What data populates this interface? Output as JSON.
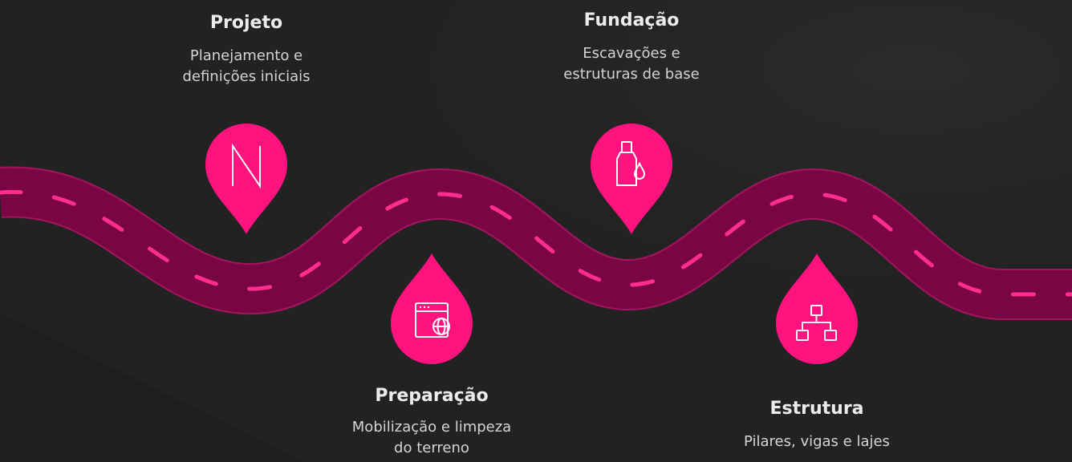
{
  "colors": {
    "background": "#222222",
    "road": "#7a0543",
    "road_edge": "#a3165f",
    "lane_dash": "#ff2d8f",
    "marker": "#ff137f",
    "icon_stroke": "#ffffff"
  },
  "steps": [
    {
      "title": "Projeto",
      "description_lines": [
        "Planejamento e",
        "definições iniciais"
      ],
      "icon": "n-letter-icon"
    },
    {
      "title": "Preparação",
      "description_lines": [
        "Mobilização e limpeza",
        "do terreno"
      ],
      "icon": "browser-globe-icon"
    },
    {
      "title": "Fundação",
      "description_lines": [
        "Escavações e",
        "estruturas de base"
      ],
      "icon": "bottle-drop-icon"
    },
    {
      "title": "Estrutura",
      "description_lines": [
        "Pilares, vigas e lajes"
      ],
      "icon": "hierarchy-icon"
    }
  ]
}
